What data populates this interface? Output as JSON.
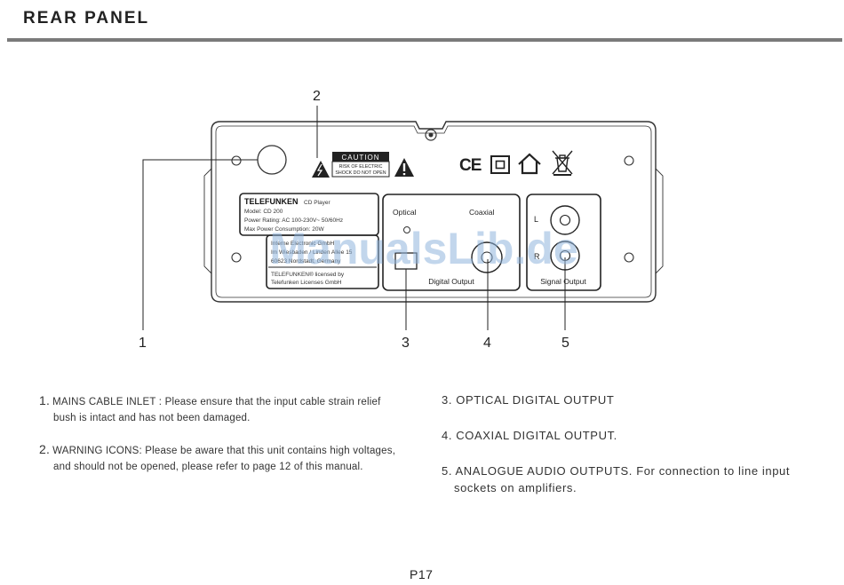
{
  "header": {
    "title": "REAR PANEL"
  },
  "watermark": "ManualsLib.de",
  "device": {
    "caution_title": "CAUTION",
    "caution_line1": "RISK OF ELECTRIC",
    "caution_line2": "SHOCK DO NOT OPEN",
    "ce_mark": "CE",
    "label": {
      "brand": "TELEFUNKEN",
      "product": "CD Player",
      "model": "Model:  CD 200",
      "power_rating": "Power Rating:  AC 100-230V~ 50/60Hz",
      "max_power": "Max Power Consumption:  20W",
      "maker_line1": "Interne Electronic GmbH",
      "maker_line2": "Im Wiesbaden / Linden Allee 15",
      "maker_line3": "60623 Nordstadt, Germany",
      "license_line1": "TELEFUNKEN® licensed by",
      "license_line2": "Telefunken Licenses GmbH"
    },
    "digital": {
      "optical_label": "Optical",
      "coaxial_label": "Coaxial",
      "section_label": "Digital  Output"
    },
    "signal": {
      "left_label": "L",
      "right_label": "R",
      "section_label": "Signal  Output"
    }
  },
  "callouts": [
    "1",
    "2",
    "3",
    "4",
    "5"
  ],
  "notes_left": [
    {
      "num": "1.",
      "line1": "MAINS CABLE INLET :  Please ensure that the input  cable strain relief",
      "line2": "bush is  intact  and has not  been damaged."
    },
    {
      "num": "2.",
      "line1": "WARNING ICONS:  Please be aware that this unit contains high voltages,",
      "line2": "and should not be opened,  please refer to page 12 of this manual."
    }
  ],
  "notes_right": [
    {
      "line1": "3.  OPTICAL  DIGITAL  OUTPUT",
      "line2": ""
    },
    {
      "line1": "4. COAXIAL  DIGITAL  OUTPUT.",
      "line2": ""
    },
    {
      "line1": "5. ANALOGUE AUDIO OUTPUTS.  For connection to line input",
      "line2": "sockets on  amplifiers."
    }
  ],
  "footer": {
    "page": "P17"
  }
}
